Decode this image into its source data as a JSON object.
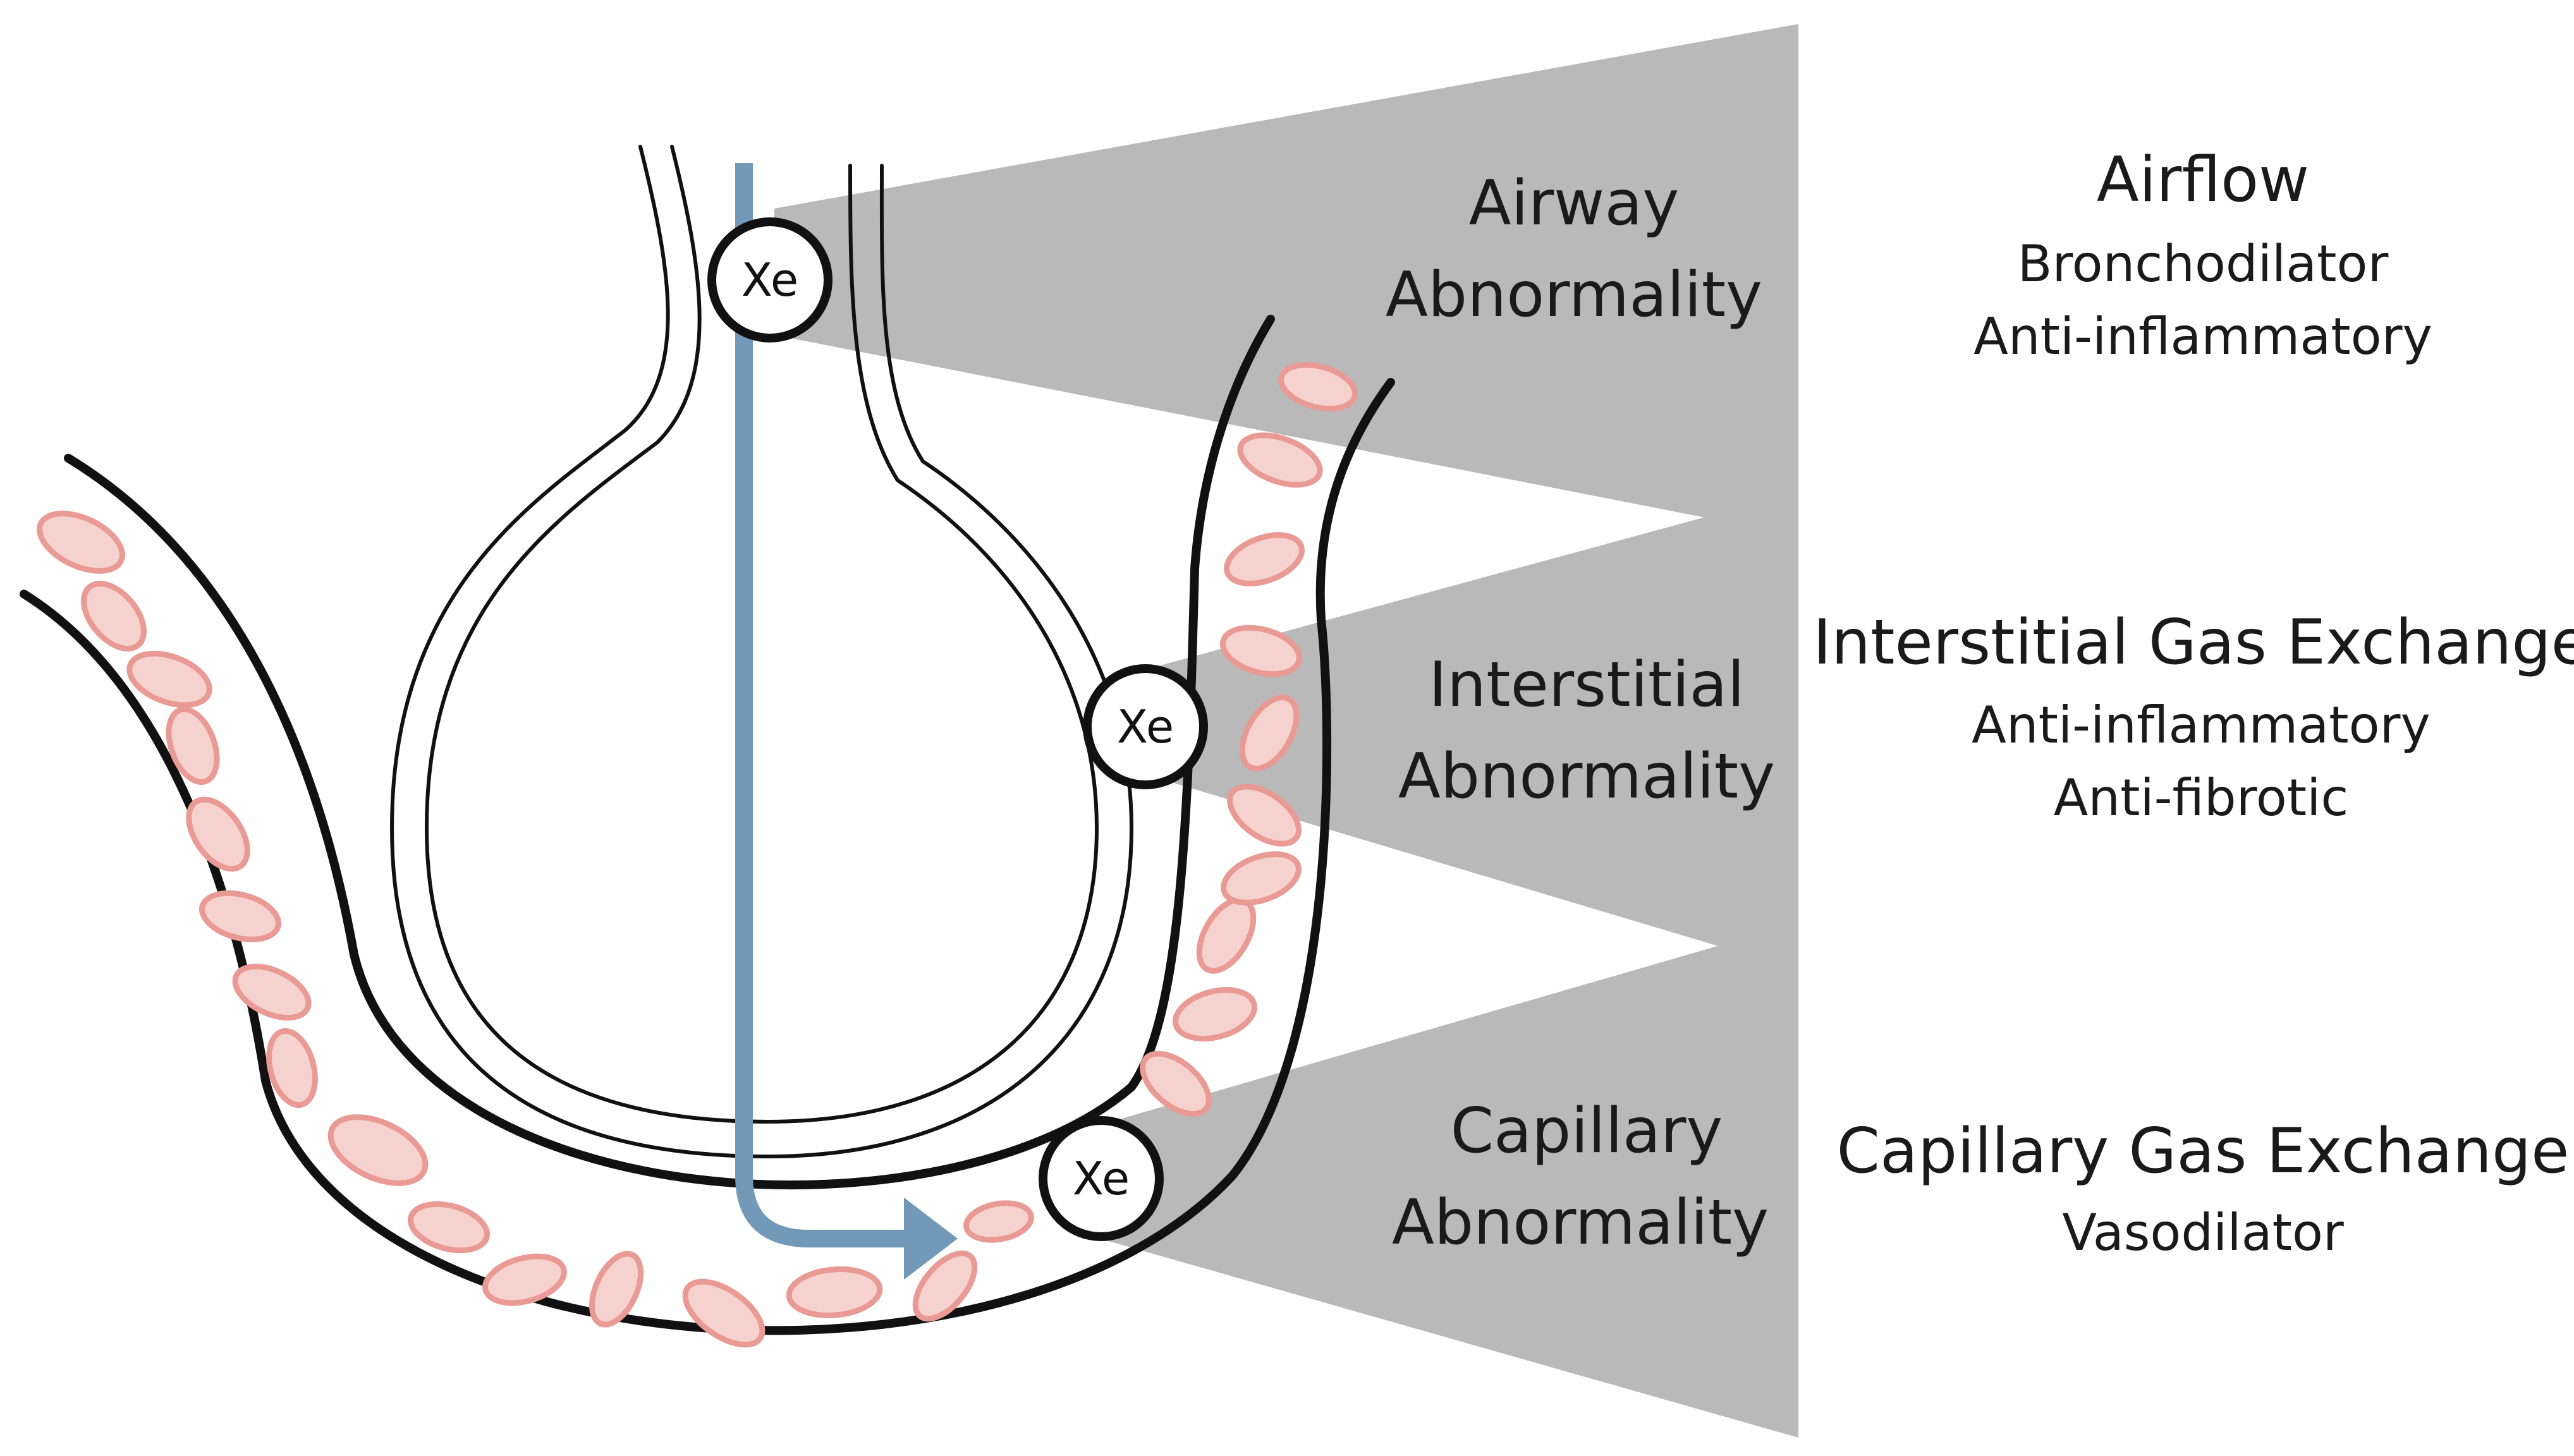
{
  "tracer": {
    "symbol": "Xe"
  },
  "colors": {
    "wedge": "#b9b9b9",
    "flow_arrow": "#7299b8",
    "blood_cell_fill": "#f6d2cf",
    "blood_cell_stroke": "#e99a94",
    "wall": "#111111"
  },
  "regions": [
    {
      "id": "airway",
      "name_line1": "Airway",
      "name_line2": "Abnormality",
      "measure": "Airflow",
      "treatments": [
        "Bronchodilator",
        "Anti-inflammatory"
      ]
    },
    {
      "id": "interstitial",
      "name_line1": "Interstitial",
      "name_line2": "Abnormality",
      "measure": "Interstitial Gas Exchange",
      "treatments": [
        "Anti-inflammatory",
        "Anti-fibrotic"
      ]
    },
    {
      "id": "capillary",
      "name_line1": "Capillary",
      "name_line2": "Abnormality",
      "measure": "Capillary Gas Exchange",
      "treatments": [
        "Vasodilator"
      ]
    }
  ]
}
